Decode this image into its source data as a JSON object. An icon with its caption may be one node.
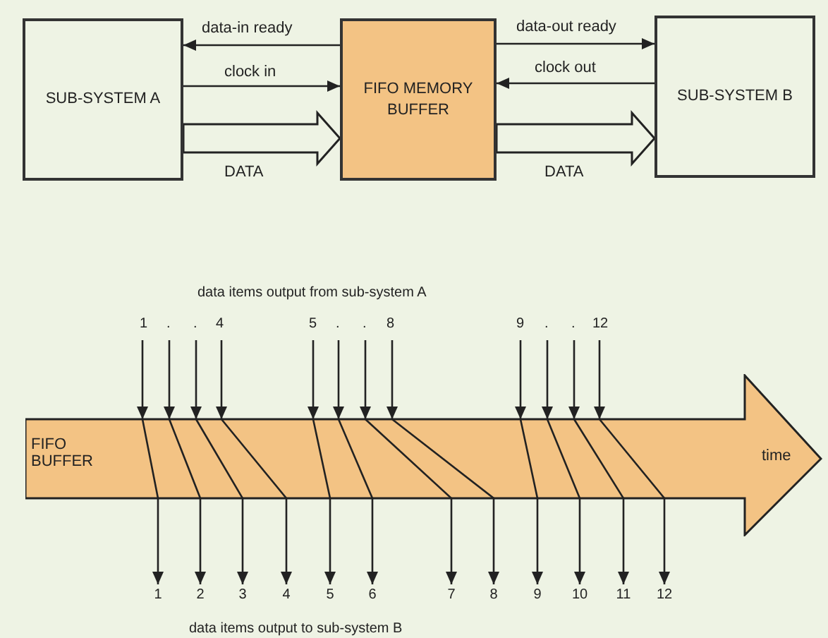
{
  "diagram": {
    "nodes": [
      {
        "text": [
          "SUB-SYSTEM A"
        ]
      },
      {
        "text": [
          "FIFO MEMORY BUFFER"
        ]
      },
      {
        "text": [
          "SUB-SYSTEM B"
        ]
      },
      {
        "text": [
          "FIFO BUFFER",
          "time"
        ]
      },
      {
        "text": [
          "1"
        ]
      },
      {
        "text": [
          "2"
        ]
      },
      {
        "text": [
          "3"
        ]
      },
      {
        "text": [
          "4"
        ]
      },
      {
        "text": [
          "5"
        ]
      },
      {
        "text": [
          "6"
        ]
      },
      {
        "text": [
          "7"
        ]
      },
      {
        "text": [
          "8"
        ]
      },
      {
        "text": [
          "9"
        ]
      },
      {
        "text": [
          "10"
        ]
      },
      {
        "text": [
          "11"
        ]
      },
      {
        "text": [
          "12"
        ]
      }
    ],
    "edges": [
      {
        "from": 1,
        "to": 0,
        "arrow": "to",
        "label": "data-in ready"
      },
      {
        "from": 0,
        "to": 1,
        "arrow": "to",
        "label": "clock in"
      },
      {
        "from": 0,
        "to": 1,
        "arrow": "to",
        "label": "DATA",
        "style": "thick"
      },
      {
        "from": 1,
        "to": 2,
        "arrow": "to",
        "label": "data-out ready"
      },
      {
        "from": 2,
        "to": 1,
        "arrow": "to",
        "label": "clock out"
      },
      {
        "from": 1,
        "to": 2,
        "arrow": "to",
        "label": "DATA",
        "style": "thick"
      },
      {
        "from": null,
        "to": 3,
        "arrow": "to"
      },
      {
        "from": 3,
        "to": 4,
        "arrow": "to"
      },
      {
        "from": null,
        "to": 3,
        "arrow": "to"
      },
      {
        "from": 3,
        "to": 5,
        "arrow": "to"
      },
      {
        "from": null,
        "to": 3,
        "arrow": "to"
      },
      {
        "from": 3,
        "to": 6,
        "arrow": "to"
      },
      {
        "from": null,
        "to": 3,
        "arrow": "to"
      },
      {
        "from": 3,
        "to": 7,
        "arrow": "to"
      },
      {
        "from": null,
        "to": 3,
        "arrow": "to"
      },
      {
        "from": 3,
        "to": 8,
        "arrow": "to"
      },
      {
        "from": null,
        "to": 3,
        "arrow": "to"
      },
      {
        "from": 3,
        "to": 9,
        "arrow": "to"
      },
      {
        "from": null,
        "to": 3,
        "arrow": "to"
      },
      {
        "from": 3,
        "to": 10,
        "arrow": "to"
      },
      {
        "from": null,
        "to": 3,
        "arrow": "to"
      },
      {
        "from": 3,
        "to": 11,
        "arrow": "to"
      },
      {
        "from": null,
        "to": 3,
        "arrow": "to"
      },
      {
        "from": 3,
        "to": 12,
        "arrow": "to"
      },
      {
        "from": null,
        "to": 3,
        "arrow": "to"
      },
      {
        "from": 3,
        "to": 13,
        "arrow": "to"
      },
      {
        "from": null,
        "to": 3,
        "arrow": "to"
      },
      {
        "from": 3,
        "to": 14,
        "arrow": "to"
      },
      {
        "from": null,
        "to": 3,
        "arrow": "to"
      },
      {
        "from": 3,
        "to": 15,
        "arrow": "to"
      }
    ],
    "labels": [
      "data items output from sub-system A",
      "1",
      ".",
      ".",
      "4",
      "5",
      ".",
      ".",
      "8",
      "9",
      ".",
      ".",
      "12",
      "data items output to sub-system B"
    ]
  }
}
